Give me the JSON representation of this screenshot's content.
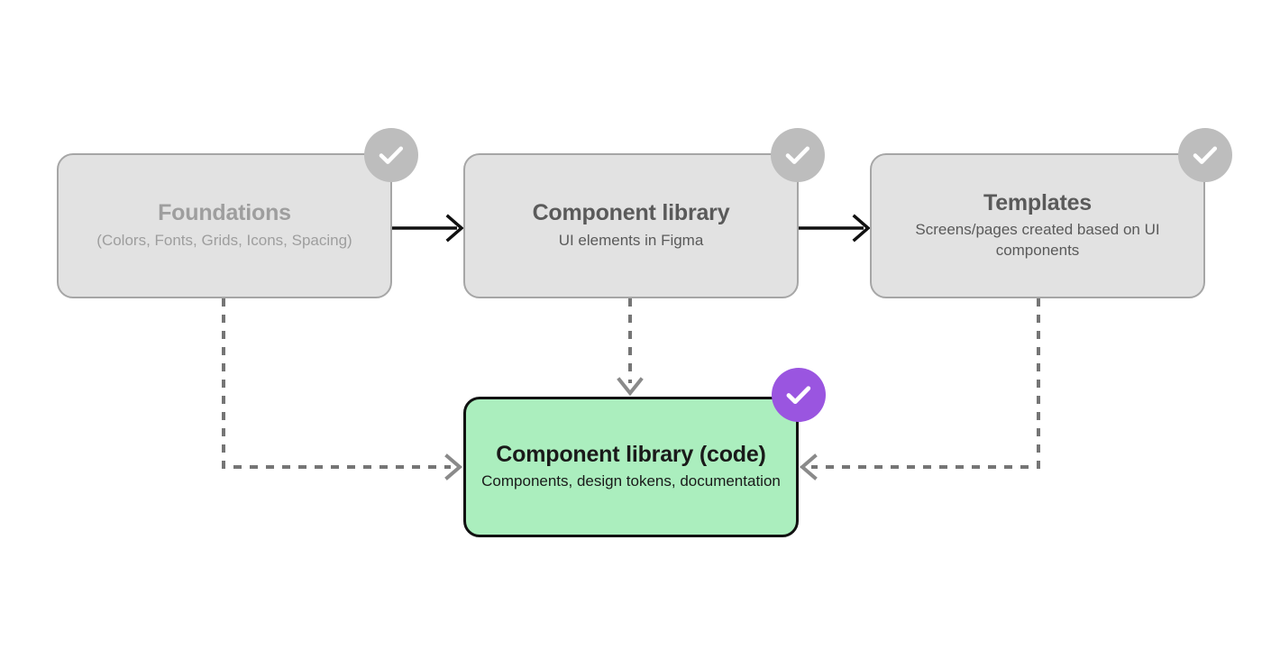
{
  "diagram": {
    "type": "flow-diagram",
    "background": "#ffffff",
    "palette": {
      "node_gray_fill": "#e2e2e2",
      "node_gray_border": "#a6a6a6",
      "node_green_fill": "#abeebe",
      "node_green_border": "#111111",
      "badge_done_gray": "#bdbdbd",
      "badge_active_purple": "#9a55e0",
      "text_muted": "#9e9e9e",
      "text_dark": "#5a5a5a",
      "text_black": "#1a1a1a",
      "arrow_solid": "#111111",
      "arrow_dashed": "#757575"
    },
    "nodes": [
      {
        "id": "foundations",
        "title": "Foundations",
        "subtitle": "(Colors, Fonts, Grids, Icons, Spacing)",
        "badge": "check-complete",
        "state": "complete"
      },
      {
        "id": "component-library",
        "title": "Component library",
        "subtitle": "UI elements in Figma",
        "badge": "check-complete",
        "state": "complete"
      },
      {
        "id": "templates",
        "title": "Templates",
        "subtitle": "Screens/pages created based on UI components",
        "badge": "check-complete",
        "state": "complete"
      },
      {
        "id": "component-library-code",
        "title": "Component library (code)",
        "subtitle": "Components, design tokens, documentation",
        "badge": "check-current",
        "state": "current"
      }
    ],
    "edges": [
      {
        "from": "foundations",
        "to": "component-library",
        "style": "solid",
        "direction": "right"
      },
      {
        "from": "component-library",
        "to": "templates",
        "style": "solid",
        "direction": "right"
      },
      {
        "from": "foundations",
        "to": "component-library-code",
        "style": "dashed",
        "direction": "right"
      },
      {
        "from": "component-library",
        "to": "component-library-code",
        "style": "dashed",
        "direction": "down"
      },
      {
        "from": "templates",
        "to": "component-library-code",
        "style": "dashed",
        "direction": "left"
      }
    ],
    "icons": {
      "check": "check-icon"
    }
  }
}
